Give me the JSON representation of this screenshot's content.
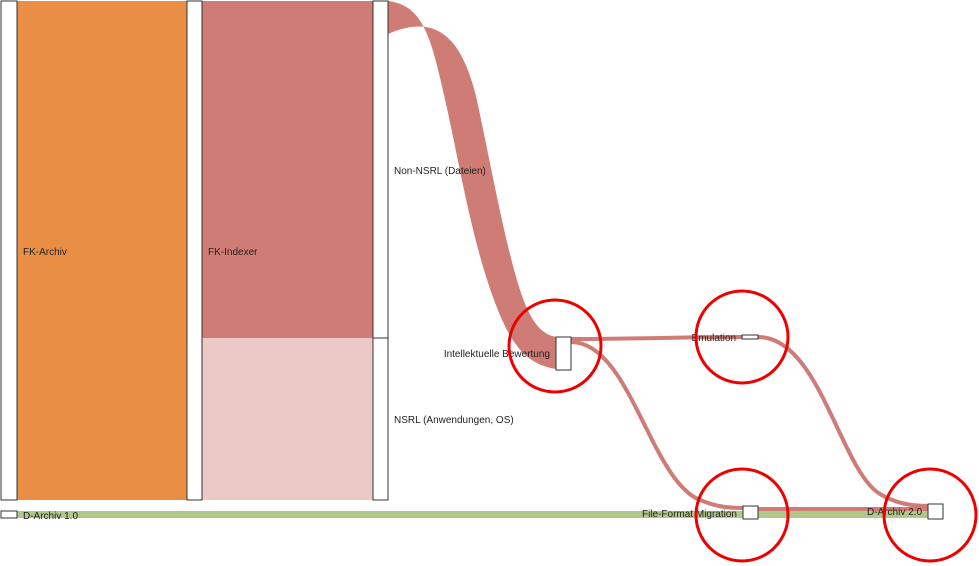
{
  "nodes": [
    {
      "id": "fk-archiv",
      "label": "FK-Archiv"
    },
    {
      "id": "fk-indexer",
      "label": "FK-Indexer"
    },
    {
      "id": "non-nsrl",
      "label": "Non-NSRL (Dateien)"
    },
    {
      "id": "nsrl",
      "label": "NSRL (Anwendungen, OS)"
    },
    {
      "id": "intellektuelle-bewertung",
      "label": "Intellektuelle Bewertung"
    },
    {
      "id": "emulation",
      "label": "Emulation"
    },
    {
      "id": "file-format-migration",
      "label": "File-Format Migration"
    },
    {
      "id": "d-archiv-1",
      "label": "D-Archiv 1.0"
    },
    {
      "id": "d-archiv-2",
      "label": "D-Archiv 2.0"
    }
  ],
  "links": [
    {
      "source": "fk-archiv",
      "target": "fk-indexer"
    },
    {
      "source": "fk-indexer",
      "target": "non-nsrl"
    },
    {
      "source": "fk-indexer",
      "target": "nsrl"
    },
    {
      "source": "non-nsrl",
      "target": "intellektuelle-bewertung"
    },
    {
      "source": "intellektuelle-bewertung",
      "target": "emulation"
    },
    {
      "source": "intellektuelle-bewertung",
      "target": "file-format-migration"
    },
    {
      "source": "emulation",
      "target": "d-archiv-2"
    },
    {
      "source": "file-format-migration",
      "target": "d-archiv-2"
    },
    {
      "source": "d-archiv-1",
      "target": "d-archiv-2"
    }
  ],
  "colors": {
    "fk_archiv_flow": "#e98f45",
    "fk_indexer_non_nsrl": "#cf7b76",
    "fk_indexer_nsrl": "#ecc8c7",
    "red_flow": "#cf7b76",
    "green_flow": "#afc78a",
    "highlight_circle": "#ee0000",
    "node_fill": "#ffffff",
    "node_stroke": "#333333"
  }
}
